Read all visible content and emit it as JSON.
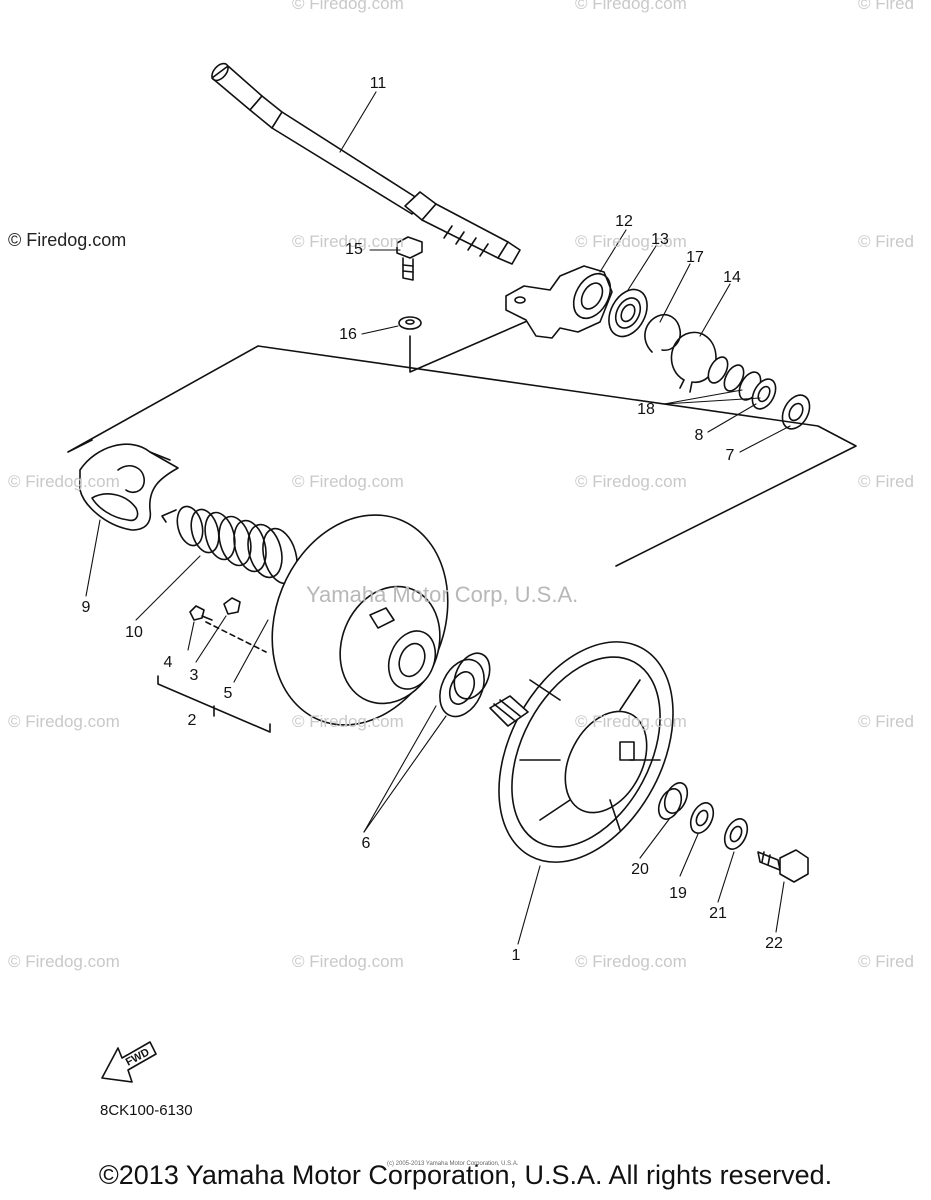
{
  "watermarks": {
    "main": "© Firedog.com",
    "partial": "© Fired"
  },
  "center_watermark": "Yamaha Motor Corp, U.S.A.",
  "callouts": {
    "c1": "1",
    "c2": "2",
    "c3": "3",
    "c4": "4",
    "c5": "5",
    "c6": "6",
    "c7": "7",
    "c8": "8",
    "c9": "9",
    "c10": "10",
    "c11": "11",
    "c12": "12",
    "c13": "13",
    "c14": "14",
    "c15": "15",
    "c16": "16",
    "c17": "17",
    "c18": "18",
    "c19": "19",
    "c20": "20",
    "c21": "21",
    "c22": "22"
  },
  "fwd_label": "FWD",
  "part_code": "8CK100-6130",
  "tiny_note": "(c) 2005-2013 Yamaha Motor Corporation, U.S.A.",
  "copyright": "©2013 Yamaha Motor Corporation, U.S.A. All rights reserved."
}
